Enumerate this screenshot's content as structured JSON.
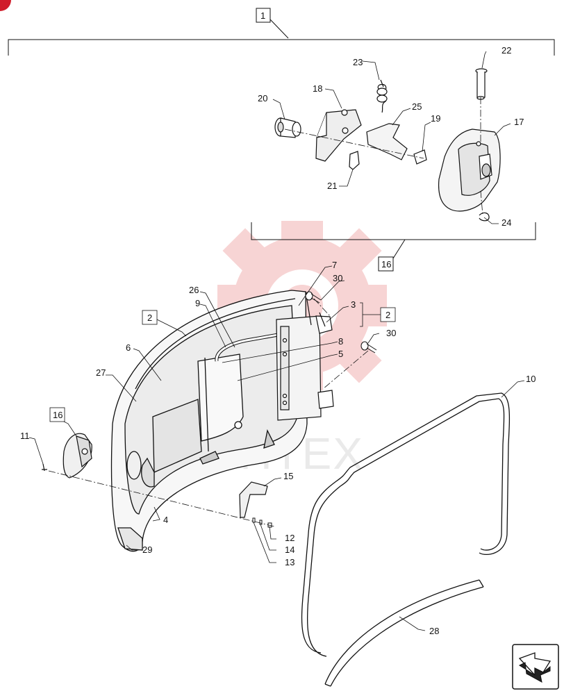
{
  "diagram": {
    "labels": {
      "box1": "1",
      "box16_top": "16",
      "box2_left": "2",
      "box2_right": "2",
      "box16_left": "16",
      "n3": "3",
      "n4": "4",
      "n5": "5",
      "n6": "6",
      "n7": "7",
      "n8": "8",
      "n9": "9",
      "n10": "10",
      "n11": "11",
      "n12": "12",
      "n13": "13",
      "n14": "14",
      "n15": "15",
      "n17": "17",
      "n18": "18",
      "n19": "19",
      "n20": "20",
      "n21": "21",
      "n22": "22",
      "n23": "23",
      "n24": "24",
      "n25": "25",
      "n26": "26",
      "n27": "27",
      "n28": "28",
      "n29": "29",
      "n30a": "30",
      "n30b": "30"
    },
    "watermark": "MHTEX",
    "colors": {
      "line": "#111111",
      "watermark": "#f3b5b5",
      "corner_badge": "#d01c2a"
    }
  },
  "nav": {
    "next_page_icon": "arrow-icon"
  }
}
